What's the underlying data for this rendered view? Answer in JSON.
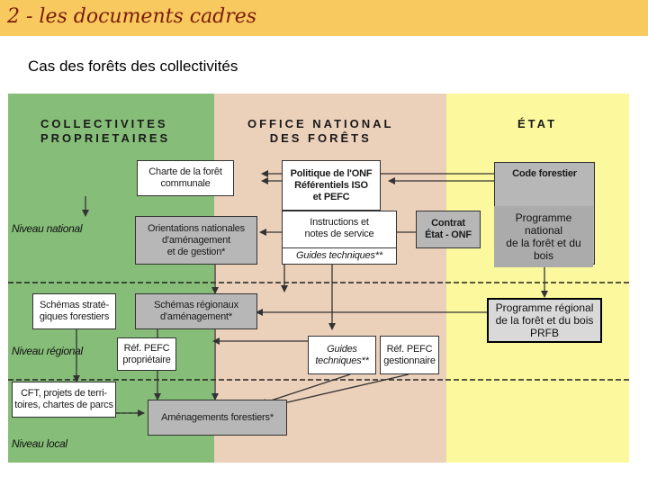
{
  "header": {
    "title": "2  -  les documents cadres"
  },
  "subtitle": "Cas des forêts des collectivités",
  "columns": {
    "collectivites": "COLLECTIVITES\nPROPRIETAIRES",
    "onf": "OFFICE NATIONAL\nDES FORÊTS",
    "etat": "ÉTAT"
  },
  "levels": {
    "national": "Niveau national",
    "regional": "Niveau régional",
    "local": "Niveau local"
  },
  "boxes": {
    "charte": "Charte de la forêt\ncommunale",
    "orientations": "Orientations nationales\nd'aménagement\net de gestion*",
    "politique": "Politique de l'ONF\nRéférentiels ISO\net PEFC",
    "instructions": "Instructions et\nnotes de service",
    "guides_nat": "Guides techniques**",
    "code": "Code forestier",
    "contrat": "Contrat\nÉtat - ONF",
    "schemas_strat": "Schémas straté-\ngiques forestiers",
    "schemas_reg": "Schémas régionaux\nd'aménagement*",
    "ref_prop": "Réf. PEFC\npropriétaire",
    "guides_reg": "Guides\ntechniques**",
    "ref_gest": "Réf. PEFC\ngestionnaire",
    "cft": "CFT, projets de terri-\ntoires, chartes de parcs",
    "amenagements": "Aménagements forestiers*"
  },
  "overlays": {
    "programme_national": "Programme\nnational\nde la forêt et du\nbois",
    "programme_regional": "Programme régional\nde la forêt et du bois\nPRFB"
  },
  "colors": {
    "title_band": "#f8c95e",
    "title_text": "#7a1c0c",
    "green": "#86bd78",
    "tan": "#ebd0ba",
    "yellow": "#fbf89d",
    "gray_box": "#b7b7b7"
  }
}
